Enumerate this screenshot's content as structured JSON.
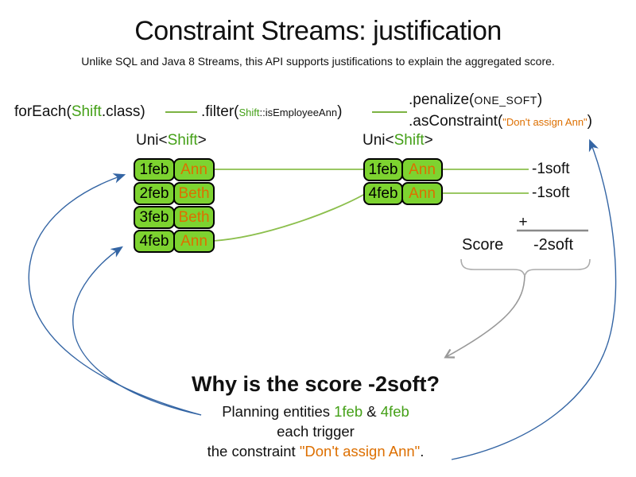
{
  "title": "Constraint Streams: justification",
  "subtitle": "Unlike SQL and Java 8 Streams, this API supports justifications to explain the aggregated score.",
  "code": {
    "foreach_pre": "forEach(",
    "foreach_class": "Shift",
    "foreach_post": ".class)",
    "filter_pre": ".filter(",
    "filter_arg_class": "Shift",
    "filter_arg_method": "::isEmployeeAnn",
    "filter_post": ")",
    "penalize_pre": ".penalize(",
    "penalize_arg": "ONE_SOFT",
    "penalize_post": ")",
    "asconstraint_pre": ".asConstraint(",
    "asconstraint_arg": "\"Don't assign Ann\"",
    "asconstraint_post": ")"
  },
  "left_stream": {
    "label_pre": "Uni<",
    "label_type": "Shift",
    "label_post": ">",
    "rows": [
      {
        "date": "1feb",
        "employee": "Ann"
      },
      {
        "date": "2feb",
        "employee": "Beth"
      },
      {
        "date": "3feb",
        "employee": "Beth"
      },
      {
        "date": "4feb",
        "employee": "Ann"
      }
    ]
  },
  "right_stream": {
    "label_pre": "Uni<",
    "label_type": "Shift",
    "label_post": ">",
    "rows": [
      {
        "date": "1feb",
        "employee": "Ann"
      },
      {
        "date": "4feb",
        "employee": "Ann"
      }
    ]
  },
  "scores": {
    "penalties": [
      "-1soft",
      "-1soft"
    ],
    "plus": "+",
    "score_label": "Score",
    "total": "-2soft"
  },
  "explanation": {
    "heading": "Why is the score -2soft?",
    "line1_pre": "Planning entities ",
    "line1_entity1": "1feb",
    "line1_mid": " & ",
    "line1_entity2": "4feb",
    "line2": "each trigger",
    "line3_pre": "the constraint ",
    "line3_constraint": "\"Don't assign Ann\"",
    "line3_post": "."
  },
  "colors": {
    "green_text": "#44a017",
    "box_green": "#7dd330",
    "orange": "#dd6f00",
    "line_green": "#7cb342",
    "blue": "#3465a4",
    "gray": "#999999"
  }
}
